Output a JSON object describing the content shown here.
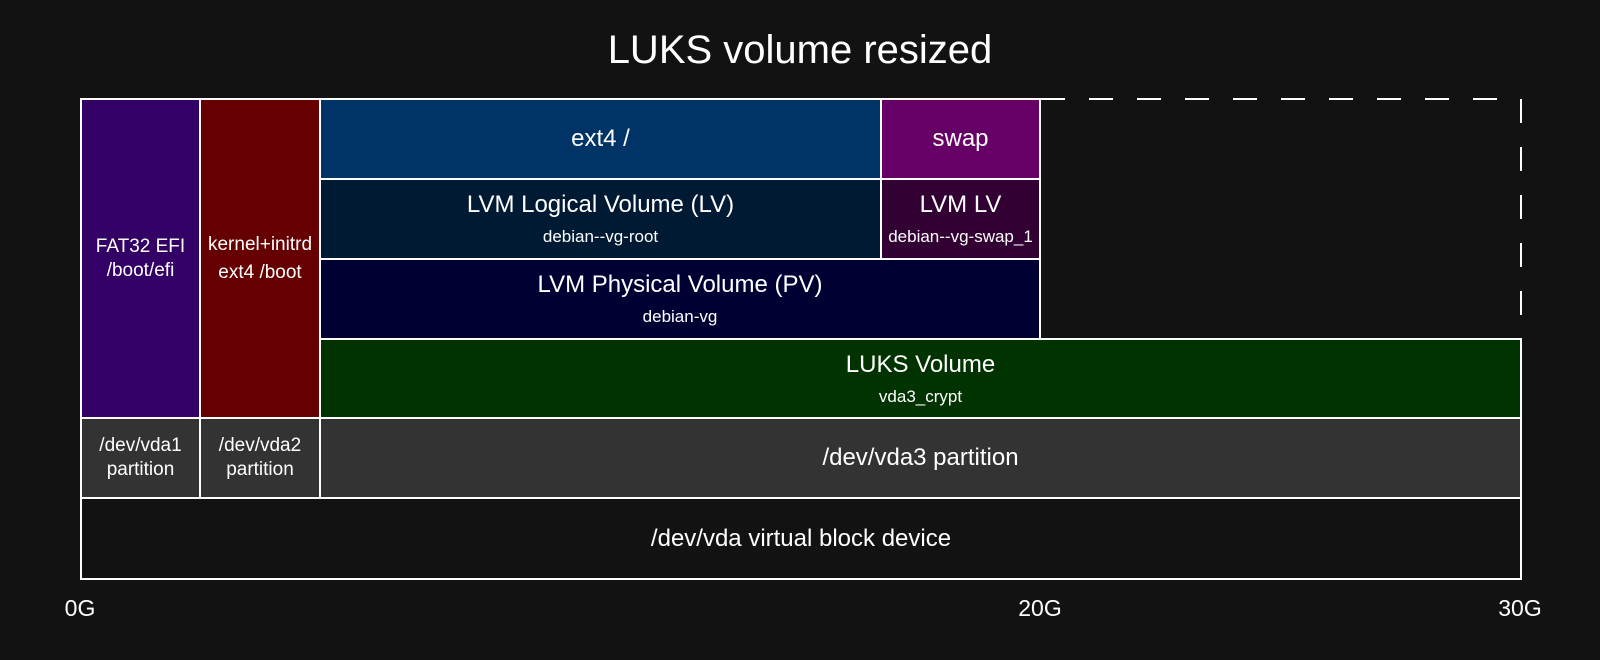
{
  "title": "LUKS volume resized",
  "colors": {
    "background": "#121212",
    "efi": "#330066",
    "boot": "#660000",
    "ext4": "#003366",
    "swap": "#660066",
    "lv": "#001a33",
    "lv_swap": "#330033",
    "pv": "#000033",
    "luks": "#003300",
    "partition": "#333333",
    "device": "#121212"
  },
  "blocks": {
    "efi": {
      "line1": "FAT32 EFI",
      "line2": "/boot/efi"
    },
    "boot": {
      "line1": "kernel+initrd",
      "line2": "ext4 /boot"
    },
    "ext4": {
      "label": "ext4 /"
    },
    "swap": {
      "label": "swap"
    },
    "lv_root": {
      "label": "LVM Logical Volume (LV)",
      "sub": "debian--vg-root"
    },
    "lv_swap": {
      "label": "LVM LV",
      "sub": "debian--vg-swap_1"
    },
    "pv": {
      "label": "LVM Physical Volume (PV)",
      "sub": "debian-vg"
    },
    "luks": {
      "label": "LUKS Volume",
      "sub": "vda3_crypt"
    },
    "vda1": {
      "line1": "/dev/vda1",
      "line2": "partition"
    },
    "vda2": {
      "line1": "/dev/vda2",
      "line2": "partition"
    },
    "vda3": {
      "label": "/dev/vda3 partition"
    },
    "vda": {
      "label": "/dev/vda virtual block device"
    }
  },
  "axis": {
    "ticks": [
      {
        "label": "0G",
        "value": 0
      },
      {
        "label": "20G",
        "value": 20
      },
      {
        "label": "30G",
        "value": 30
      }
    ]
  }
}
